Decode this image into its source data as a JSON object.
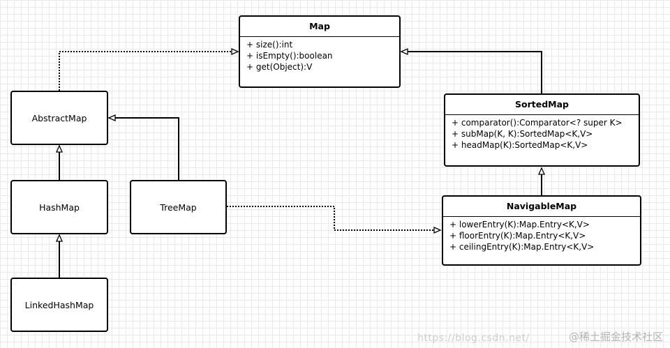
{
  "diagram": {
    "map": {
      "title": "Map",
      "methods": [
        "+ size():int",
        "+ isEmpty():boolean",
        "+ get(Object):V"
      ]
    },
    "sorted_map": {
      "title": "SortedMap",
      "methods": [
        "+ comparator():Comparator<? super K>",
        "+ subMap(K, K):SortedMap<K,V>",
        "+ headMap(K):SortedMap<K,V>"
      ]
    },
    "navigable_map": {
      "title": "NavigableMap",
      "methods": [
        "+ lowerEntry(K):Map.Entry<K,V>",
        "+ floorEntry(K):Map.Entry<K,V>",
        "+ ceilingEntry(K):Map.Entry<K,V>"
      ]
    },
    "abstract_map": {
      "title": "AbstractMap"
    },
    "hash_map": {
      "title": "HashMap"
    },
    "tree_map": {
      "title": "TreeMap"
    },
    "linked_hash_map": {
      "title": "LinkedHashMap"
    }
  },
  "watermark": {
    "url": "https://blog.csdn.net/",
    "text": "@稀土掘金技术社区"
  }
}
